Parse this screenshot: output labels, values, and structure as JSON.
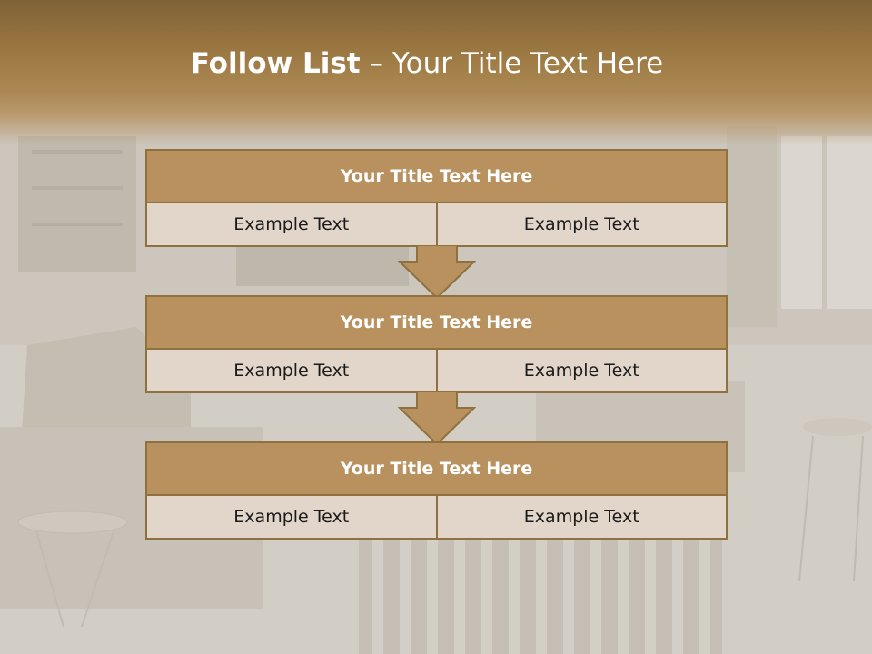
{
  "slide": {
    "title_bold": "Follow List",
    "title_rest": " – Your Title Text Here"
  },
  "steps": [
    {
      "title": "Your Title Text Here",
      "left": "Example Text",
      "right": "Example Text"
    },
    {
      "title": "Your Title Text Here",
      "left": "Example Text",
      "right": "Example Text"
    },
    {
      "title": "Your Title Text Here",
      "left": "Example Text",
      "right": "Example Text"
    }
  ],
  "colors": {
    "header_band": "#98743f",
    "box_header": "#b8915e",
    "box_border": "#8f7140",
    "box_body": "#e2d6ca"
  }
}
